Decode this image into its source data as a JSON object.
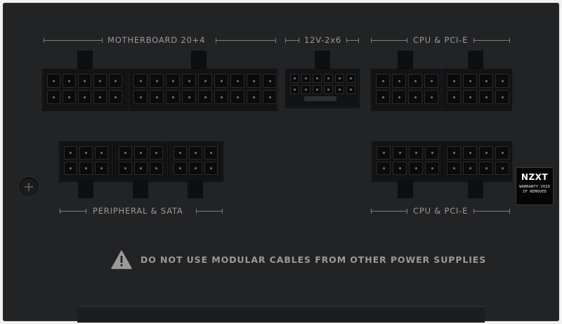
{
  "labels": {
    "motherboard": "MOTHERBOARD 20+4",
    "twelve_v": "12V-2x6",
    "cpu_pcie_top": "CPU & PCI-E",
    "peripheral_sata": "PERIPHERAL & SATA",
    "cpu_pcie_bottom": "CPU & PCI-E"
  },
  "warning": {
    "text": "DO NOT USE MODULAR CABLES FROM OTHER POWER SUPPLIES",
    "icon": "warning-triangle-icon"
  },
  "sticker": {
    "brand": "NZXT",
    "line1": "WARRANTY VOID",
    "line2": "IF REMOVED"
  },
  "screw_icon": "screw-icon",
  "colors": {
    "panel": "#222325",
    "connector": "#111214",
    "label_text": "#9a9a9a",
    "sticker_bg": "#050505"
  }
}
